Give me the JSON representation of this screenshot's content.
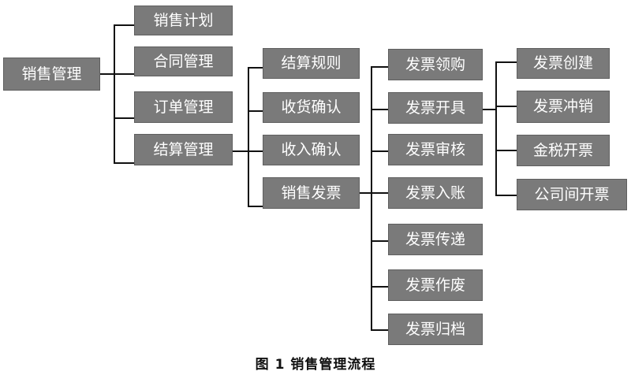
{
  "root": "销售管理",
  "level1": [
    "销售计划",
    "合同管理",
    "订单管理",
    "结算管理"
  ],
  "level2": [
    "结算规则",
    "收货确认",
    "收入确认",
    "销售发票"
  ],
  "level3": [
    "发票领购",
    "发票开具",
    "发票审核",
    "发票入账",
    "发票传递",
    "发票作废",
    "发票归档"
  ],
  "level4": [
    "发票创建",
    "发票冲销",
    "金税开票",
    "公司间开票"
  ],
  "caption": "图 1   销售管理流程"
}
